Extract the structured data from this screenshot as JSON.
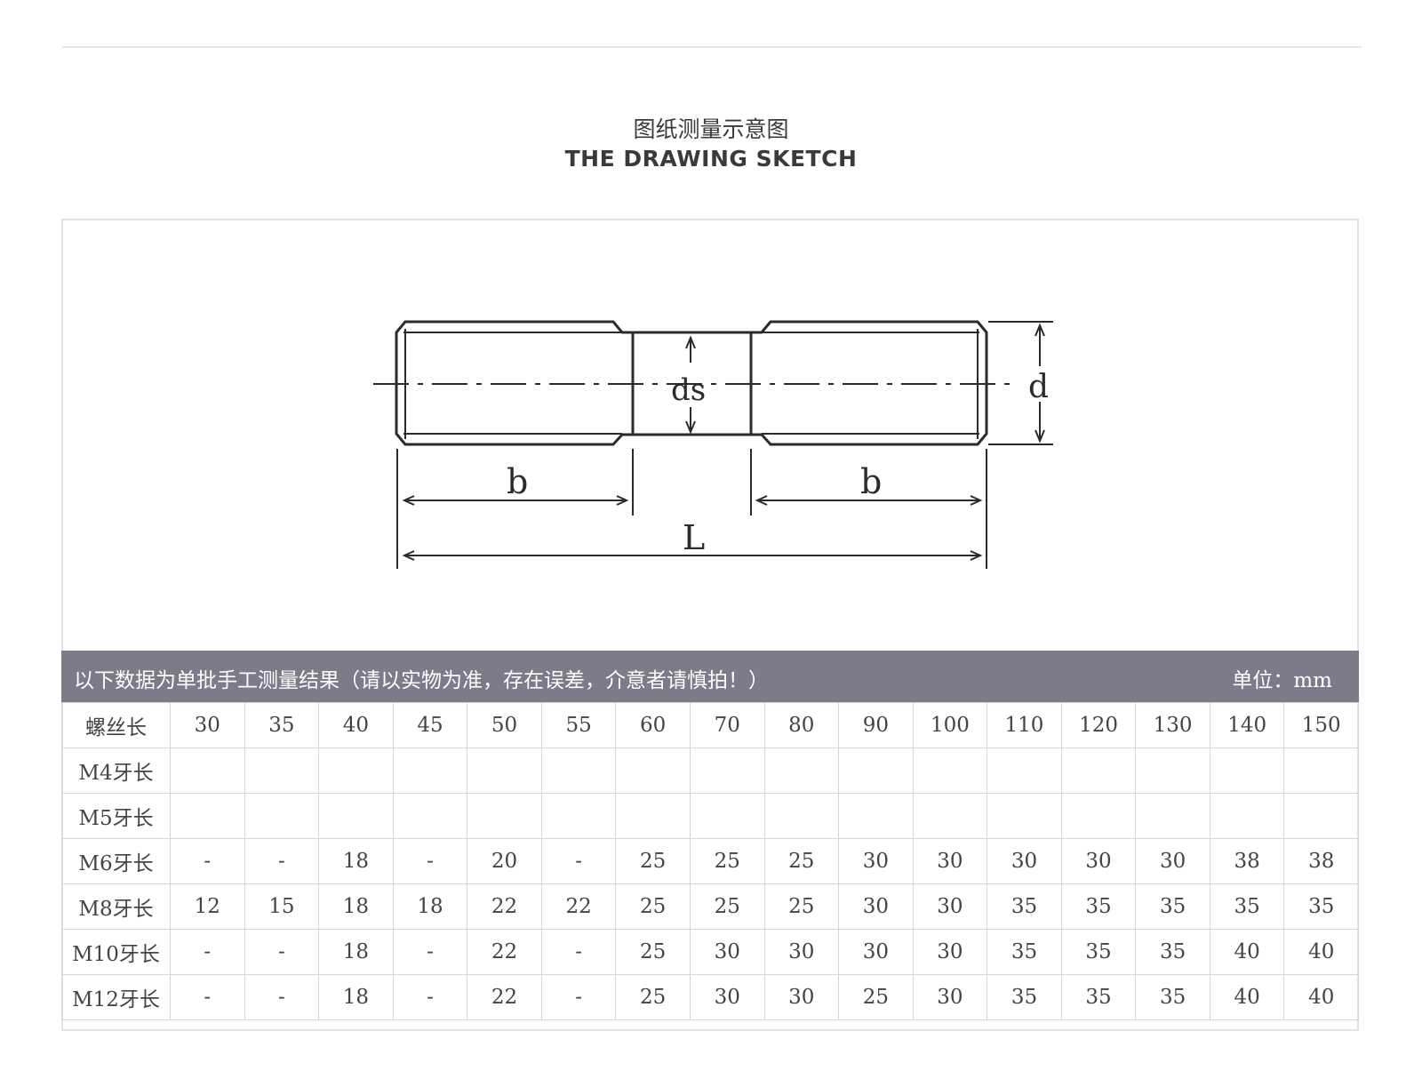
{
  "header": {
    "title_cn": "图纸测量示意图",
    "title_en": "THE DRAWING SKETCH"
  },
  "drawing": {
    "labels": {
      "ds": "ds",
      "d": "d",
      "b_left": "b",
      "b_right": "b",
      "L": "L"
    }
  },
  "note": {
    "text": "以下数据为单批手工测量结果（请以实物为准，存在误差，介意者请慎拍！）",
    "unit": "单位：mm"
  },
  "table": {
    "header_label": "螺丝长",
    "lengths": [
      "30",
      "35",
      "40",
      "45",
      "50",
      "55",
      "60",
      "70",
      "80",
      "90",
      "100",
      "110",
      "120",
      "130",
      "140",
      "150"
    ],
    "rows": [
      {
        "label": "M4牙长",
        "values": [
          "",
          "",
          "",
          "",
          "",
          "",
          "",
          "",
          "",
          "",
          "",
          "",
          "",
          "",
          "",
          ""
        ]
      },
      {
        "label": "M5牙长",
        "values": [
          "",
          "",
          "",
          "",
          "",
          "",
          "",
          "",
          "",
          "",
          "",
          "",
          "",
          "",
          "",
          ""
        ]
      },
      {
        "label": "M6牙长",
        "values": [
          "-",
          "-",
          "18",
          "-",
          "20",
          "-",
          "25",
          "25",
          "25",
          "30",
          "30",
          "30",
          "30",
          "30",
          "38",
          "38"
        ]
      },
      {
        "label": "M8牙长",
        "values": [
          "12",
          "15",
          "18",
          "18",
          "22",
          "22",
          "25",
          "25",
          "25",
          "30",
          "30",
          "35",
          "35",
          "35",
          "35",
          "35"
        ]
      },
      {
        "label": "M10牙长",
        "values": [
          "-",
          "-",
          "18",
          "-",
          "22",
          "-",
          "25",
          "30",
          "30",
          "30",
          "30",
          "35",
          "35",
          "35",
          "40",
          "40"
        ]
      },
      {
        "label": "M12牙长",
        "values": [
          "-",
          "-",
          "18",
          "-",
          "22",
          "-",
          "25",
          "30",
          "30",
          "25",
          "30",
          "35",
          "35",
          "35",
          "40",
          "40"
        ]
      }
    ]
  }
}
